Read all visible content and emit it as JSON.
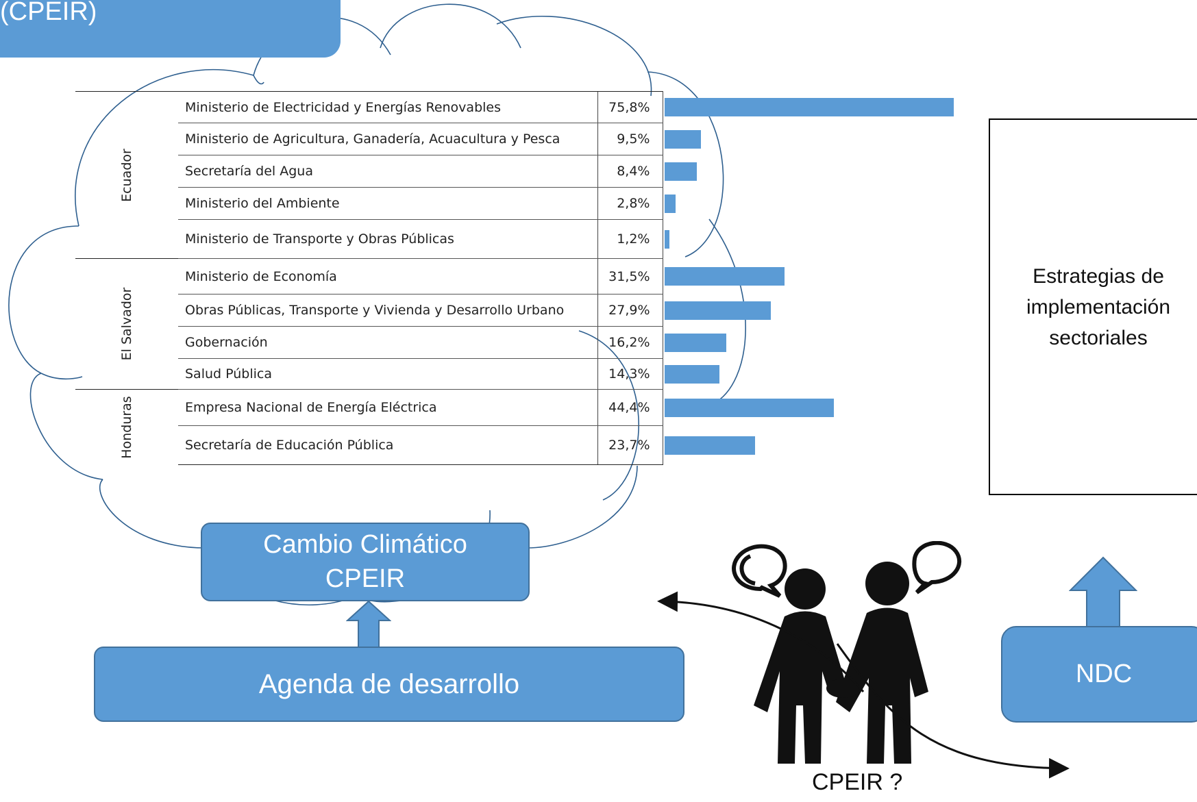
{
  "header": {
    "title": "(CPEIR)"
  },
  "table": {
    "groups": [
      {
        "country": "Ecuador",
        "rows": [
          {
            "name": "Ministerio de Electricidad y Energías Renovables",
            "pct": "75,8%"
          },
          {
            "name": "Ministerio de Agricultura, Ganadería, Acuacultura y Pesca",
            "pct": "9,5%"
          },
          {
            "name": "Secretaría del Agua",
            "pct": "8,4%"
          },
          {
            "name": "Ministerio del Ambiente",
            "pct": "2,8%"
          },
          {
            "name": "Ministerio de Transporte y Obras Públicas",
            "pct": "1,2%"
          }
        ]
      },
      {
        "country": "El Salvador",
        "rows": [
          {
            "name": "Ministerio de Economía",
            "pct": "31,5%"
          },
          {
            "name": "Obras Públicas, Transporte y Vivienda y Desarrollo Urbano",
            "pct": "27,9%"
          },
          {
            "name": "Gobernación",
            "pct": "16,2%"
          },
          {
            "name": "Salud Pública",
            "pct": "14,3%"
          }
        ]
      },
      {
        "country": "Honduras",
        "rows": [
          {
            "name": "Empresa Nacional de Energía Eléctrica",
            "pct": "44,4%"
          },
          {
            "name": "Secretaría de Educación Pública",
            "pct": "23,7%"
          }
        ]
      }
    ]
  },
  "chart_data": {
    "type": "bar",
    "orientation": "horizontal",
    "categories": [
      "Ministerio de Electricidad y Energías Renovables",
      "Ministerio de Agricultura, Ganadería, Acuacultura y Pesca",
      "Secretaría del Agua",
      "Ministerio del Ambiente",
      "Ministerio de Transporte y Obras Públicas",
      "Ministerio de Economía",
      "Obras Públicas, Transporte y Vivienda y Desarrollo Urbano",
      "Gobernación",
      "Salud Pública",
      "Empresa Nacional de Energía Eléctrica",
      "Secretaría de Educación Pública"
    ],
    "values": [
      75.8,
      9.5,
      8.4,
      2.8,
      1.2,
      31.5,
      27.9,
      16.2,
      14.3,
      44.4,
      23.7
    ],
    "color": "#5b9bd5"
  },
  "diagram": {
    "cambio_line1": "Cambio Climático",
    "cambio_line2": "CPEIR",
    "agenda": "Agenda de desarrollo",
    "ndc": "NDC",
    "strategies": "Estrategias de implementación sectoriales",
    "cpeir_question": "CPEIR ?"
  },
  "colors": {
    "accent": "#5b9bd5",
    "accent_border": "#41719c",
    "cloud_stroke": "#2e5f8f"
  }
}
